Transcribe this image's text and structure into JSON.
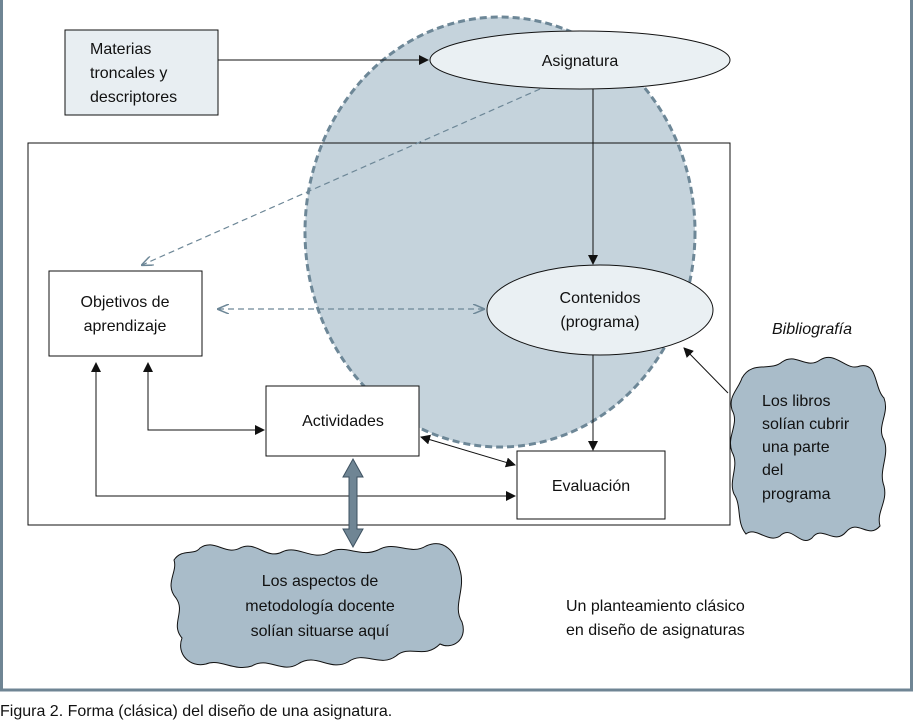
{
  "nodes": {
    "materias": [
      "Materias",
      "troncales y",
      "descriptores"
    ],
    "asignatura": "Asignatura",
    "objetivos": [
      "Objetivos de",
      "aprendizaje"
    ],
    "contenidos": [
      "Contenidos",
      "(programa)"
    ],
    "actividades": "Actividades",
    "evaluacion": "Evaluación"
  },
  "bibliografia": {
    "label": "Bibliografía",
    "cloud": [
      "Los libros",
      "solían cubrir",
      "una parte",
      "del",
      "programa"
    ]
  },
  "metodologia_cloud": [
    "Los aspectos de",
    "metodología docente",
    "solían situarse aquí"
  ],
  "note": [
    "Un planteamiento clásico",
    "en diseño de asignaturas"
  ],
  "caption": "Figura 2. Forma (clásica) del diseño de una asignatura.",
  "colors": {
    "frame": "#6f8594",
    "circle_fill": "#c5d3dc",
    "circle_stroke": "#6d8797",
    "cloud_fill": "#a9bcc9",
    "light_fill": "#e8eef2"
  }
}
